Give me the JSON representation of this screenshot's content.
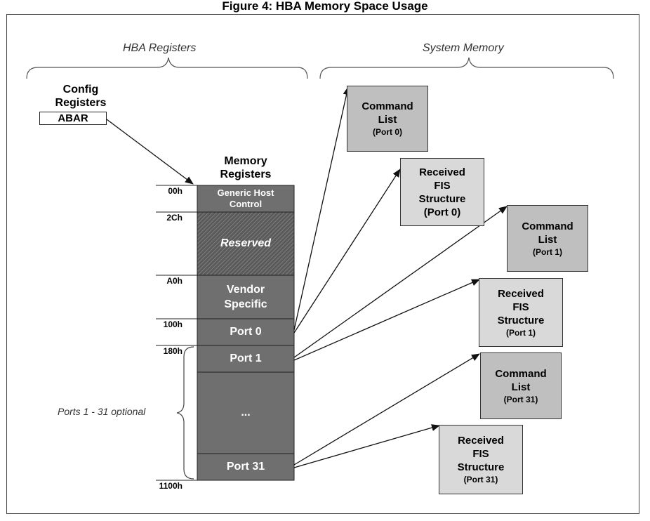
{
  "title": "Figure 4: HBA Memory Space Usage",
  "sections": {
    "hba_registers": "HBA Registers",
    "system_memory": "System Memory"
  },
  "config": {
    "heading_line1": "Config",
    "heading_line2": "Registers",
    "abar": "ABAR"
  },
  "memory_registers": {
    "heading_line1": "Memory",
    "heading_line2": "Registers",
    "blocks": [
      {
        "label": "Generic Host Control",
        "style": "dark"
      },
      {
        "label": "Reserved",
        "style": "hatched"
      },
      {
        "label": "Vendor Specific",
        "style": "dark"
      },
      {
        "label": "Port 0",
        "style": "dark"
      },
      {
        "label": "Port 1",
        "style": "dark"
      },
      {
        "label": "...",
        "style": "dark"
      },
      {
        "label": "Port 31",
        "style": "dark"
      }
    ],
    "offsets": [
      "00h",
      "2Ch",
      "A0h",
      "100h",
      "180h",
      "1100h"
    ],
    "optional_note": "Ports 1 - 31 optional"
  },
  "system_boxes": [
    {
      "line1": "Command",
      "line2": "List",
      "line3": "",
      "port": "(Port 0)",
      "kind": "cmd"
    },
    {
      "line1": "Received",
      "line2": "FIS",
      "line3": "Structure",
      "port": "(Port 0)",
      "kind": "fis"
    },
    {
      "line1": "Command",
      "line2": "List",
      "line3": "",
      "port": "(Port 1)",
      "kind": "cmd"
    },
    {
      "line1": "Received",
      "line2": "FIS",
      "line3": "Structure",
      "port": "(Port 1)",
      "kind": "fis"
    },
    {
      "line1": "Command",
      "line2": "List",
      "line3": "",
      "port": "(Port 31)",
      "kind": "cmd"
    },
    {
      "line1": "Received",
      "line2": "FIS",
      "line3": "Structure",
      "port": "(Port 31)",
      "kind": "fis"
    }
  ],
  "colors": {
    "dark_block": "#6f6f6f",
    "command_list": "#bfbfbf",
    "fis_structure": "#d9d9d9"
  }
}
